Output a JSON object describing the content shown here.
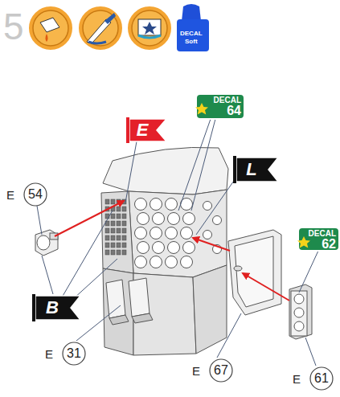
{
  "diagram": {
    "nodes": [
      {
        "text": [
          "DECAL",
          "64"
        ]
      },
      {
        "text": [
          "E"
        ]
      },
      {
        "text": [
          "L"
        ]
      },
      {
        "text": [
          "E",
          "54"
        ]
      },
      {
        "text": [
          "DECAL",
          "62"
        ]
      },
      {
        "text": [
          "B"
        ]
      },
      {
        "text": [
          "E",
          "31"
        ]
      },
      {
        "text": [
          "E",
          "67"
        ]
      },
      {
        "text": [
          "E",
          "61"
        ]
      }
    ],
    "labels": [
      "5",
      "DECAL",
      "Soft"
    ]
  }
}
